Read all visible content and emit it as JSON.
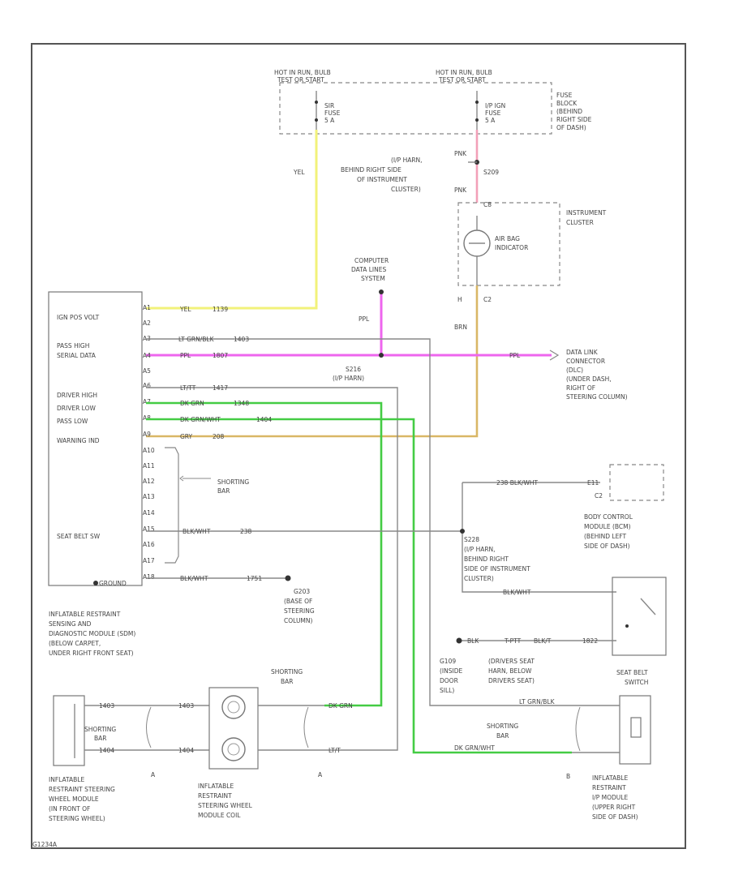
{
  "fuse_block": {
    "hot_left": [
      "HOT IN RUN, BULB",
      "TEST OR START"
    ],
    "hot_right": [
      "HOT IN RUN, BULB",
      "TEST OR START"
    ],
    "fuse_left": [
      "SIR",
      "FUSE",
      "5 A"
    ],
    "fuse_right": [
      "I/P IGN",
      "FUSE",
      "5 A"
    ],
    "label": [
      "FUSE",
      "BLOCK",
      "(BEHIND",
      "RIGHT SIDE",
      "OF DASH)"
    ]
  },
  "wire_colors": {
    "yel": "YEL",
    "pnk": "PNK",
    "ppl": "PPL",
    "brn": "BRN"
  },
  "splice_s209": {
    "id": "S209",
    "desc": [
      "(I/P HARN,",
      "BEHIND RIGHT SIDE",
      "OF INSTRUMENT",
      "CLUSTER)"
    ]
  },
  "instrument_cluster": {
    "label": [
      "INSTRUMENT",
      "CLUSTER"
    ],
    "indicator": [
      "AIR BAG",
      "INDICATOR"
    ],
    "c8": "C8",
    "h": "H",
    "c2": "C2"
  },
  "computer_data_lines": [
    "COMPUTER",
    "DATA LINES",
    "SYSTEM"
  ],
  "splice_s216": {
    "id": "S216",
    "desc": "(I/P HARN)"
  },
  "data_link": [
    "DATA LINK",
    "CONNECTOR",
    "(DLC)",
    "(UNDER DASH,",
    "RIGHT OF",
    "STEERING COLUMN)"
  ],
  "sdm": {
    "labels": [
      "IGN POS VOLT",
      "PASS HIGH",
      "SERIAL DATA",
      "DRIVER HIGH",
      "DRIVER LOW",
      "PASS LOW",
      "WARNING IND",
      "SEAT BELT SW"
    ],
    "ground": "GROUND",
    "pins": [
      "A1",
      "A2",
      "A3",
      "A4",
      "A5",
      "A6",
      "A7",
      "A8",
      "A9",
      "A10",
      "A11",
      "A12",
      "A13",
      "A14",
      "A15",
      "A16",
      "A17",
      "A18"
    ],
    "desc": [
      "INFLATABLE RESTRAINT",
      "SENSING AND",
      "DIAGNOSTIC MODULE (SDM)",
      "(BELOW CARPET,",
      "UNDER RIGHT FRONT SEAT)"
    ]
  },
  "wires": [
    {
      "color": "YEL",
      "circuit": "1139"
    },
    {
      "color": "LT GRN/BLK",
      "circuit": "1403"
    },
    {
      "color": "PPL",
      "circuit": "1807"
    },
    {
      "color": "LT/TT",
      "circuit": "1417"
    },
    {
      "color": "DK GRN",
      "circuit": "1348"
    },
    {
      "color": "DK GRN/WHT",
      "circuit": "1404"
    },
    {
      "color": "GRY",
      "circuit": "208"
    },
    {
      "color": "BLK/WHT",
      "circuit": "238"
    },
    {
      "color": "BLK/WHT",
      "circuit": "1751"
    }
  ],
  "shorting_bar": [
    "SHORTING",
    "BAR"
  ],
  "ground_g203": {
    "id": "G203",
    "desc": [
      "(BASE OF",
      "STEERING",
      "COLUMN)"
    ]
  },
  "bcm": {
    "wire": "238  BLK/WHT",
    "c2": "C2",
    "pin": "E11",
    "desc": [
      "BODY CONTROL",
      "MODULE (BCM)",
      "(BEHIND LEFT",
      "SIDE OF DASH)"
    ]
  },
  "splice_s228": {
    "id": "S228",
    "desc": [
      "(I/P HARN,",
      "BEHIND RIGHT",
      "SIDE OF INSTRUMENT",
      "CLUSTER)"
    ]
  },
  "seat_belt": {
    "wire": "BLK/WHT",
    "bottom_wire": [
      "BLK",
      "T-PTT",
      "BLK/T",
      "1822"
    ],
    "g109": [
      "G109",
      "(INSIDE",
      "DOOR",
      "SILL)"
    ],
    "harn": [
      "(DRIVERS SEAT",
      "HARN, BELOW",
      "DRIVERS SEAT)"
    ],
    "switch": [
      "SEAT BELT",
      "SWITCH"
    ]
  },
  "steering_module": {
    "wires": [
      "1403",
      "1403",
      "1404",
      "1404"
    ],
    "desc": [
      "INFLATABLE",
      "RESTRAINT STEERING",
      "WHEEL MODULE",
      "(IN FRONT OF",
      "STEERING WHEEL)"
    ]
  },
  "coil": {
    "desc": [
      "INFLATABLE",
      "RESTRAINT",
      "STEERING WHEEL",
      "MODULE COIL"
    ]
  },
  "ip_module": {
    "top_wire": "LT GRN/BLK",
    "bottom_wire": "DK GRN/WHT",
    "desc": [
      "INFLATABLE",
      "RESTRAINT",
      "I/P MODULE",
      "(UPPER RIGHT",
      "SIDE OF DASH)"
    ]
  },
  "lower_wire_labels": {
    "dkgrn": "DK GRN",
    "ltt": "LT/T"
  },
  "connector_labels": {
    "a1": "A",
    "a2": "A",
    "b": "B"
  },
  "footer_code": "G1234A"
}
